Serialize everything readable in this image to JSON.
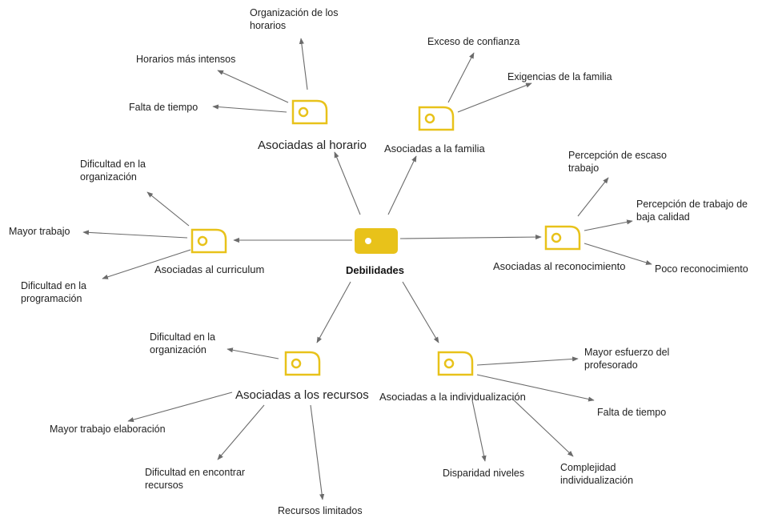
{
  "diagram": {
    "accent_color": "#e8c21a",
    "line_color": "#6b6b6b",
    "root": {
      "label": "Debilidades",
      "icon": "tag-icon"
    },
    "categories": [
      {
        "id": "horario",
        "label": "Asociadas al horario",
        "icon": "tag-icon",
        "items": [
          "Organización de los\nhorarios",
          "Horarios más intensos",
          "Falta de tiempo"
        ]
      },
      {
        "id": "familia",
        "label": "Asociadas a la familia",
        "icon": "tag-icon",
        "items": [
          "Exceso de confianza",
          "Exigencias de la familia"
        ]
      },
      {
        "id": "curriculum",
        "label": "Asociadas al curriculum",
        "icon": "tag-icon",
        "items": [
          "Dificultad en la\norganización",
          "Mayor trabajo",
          "Dificultad en la\nprogramación"
        ]
      },
      {
        "id": "reconocimiento",
        "label": "Asociadas al reconocimiento",
        "icon": "tag-icon",
        "items": [
          "Percepción de escaso\ntrabajo",
          "Percepción de trabajo de\nbaja calidad",
          "Poco reconocimiento"
        ]
      },
      {
        "id": "recursos",
        "label": "Asociadas a los recursos",
        "icon": "tag-icon",
        "items": [
          "Dificultad en la\norganización",
          "Mayor trabajo elaboración",
          "Dificultad en encontrar\nrecursos",
          "Recursos limitados"
        ]
      },
      {
        "id": "individualizacion",
        "label": "Asociadas a la individualización",
        "icon": "tag-icon",
        "items": [
          "Mayor esfuerzo del\nprofesorado",
          "Falta de tiempo",
          "Complejidad\nindividualización",
          "Disparidad niveles"
        ]
      }
    ]
  }
}
